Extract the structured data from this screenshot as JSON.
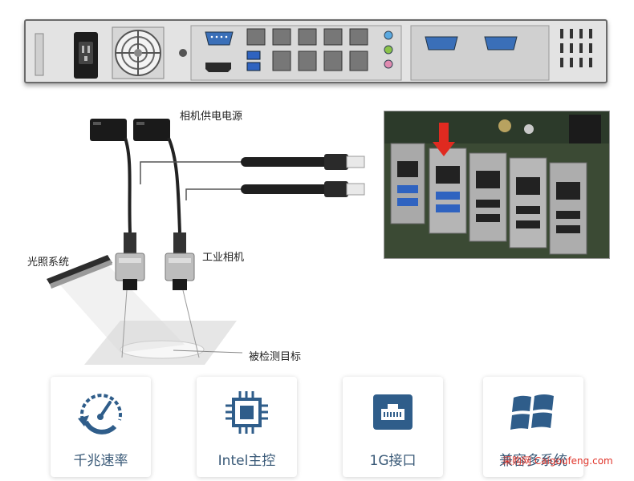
{
  "labels": {
    "camera_power": "相机供电电源",
    "lighting": "光照系统",
    "industrial_camera": "工业相机",
    "target": "被检测目标"
  },
  "features": [
    {
      "label": "千兆速率",
      "icon": "gauge-icon"
    },
    {
      "label": "Intel主控",
      "icon": "chip-icon"
    },
    {
      "label": "1G接口",
      "icon": "ethernet-port-icon"
    },
    {
      "label": "兼容多系统",
      "icon": "windows-logo-icon"
    }
  ],
  "watermark": "采购网 Caigoufeng.com",
  "colors": {
    "accent_blue": "#3a5a78",
    "icon_blue": "#2f5d8a",
    "watermark_red": "#e0342a"
  }
}
